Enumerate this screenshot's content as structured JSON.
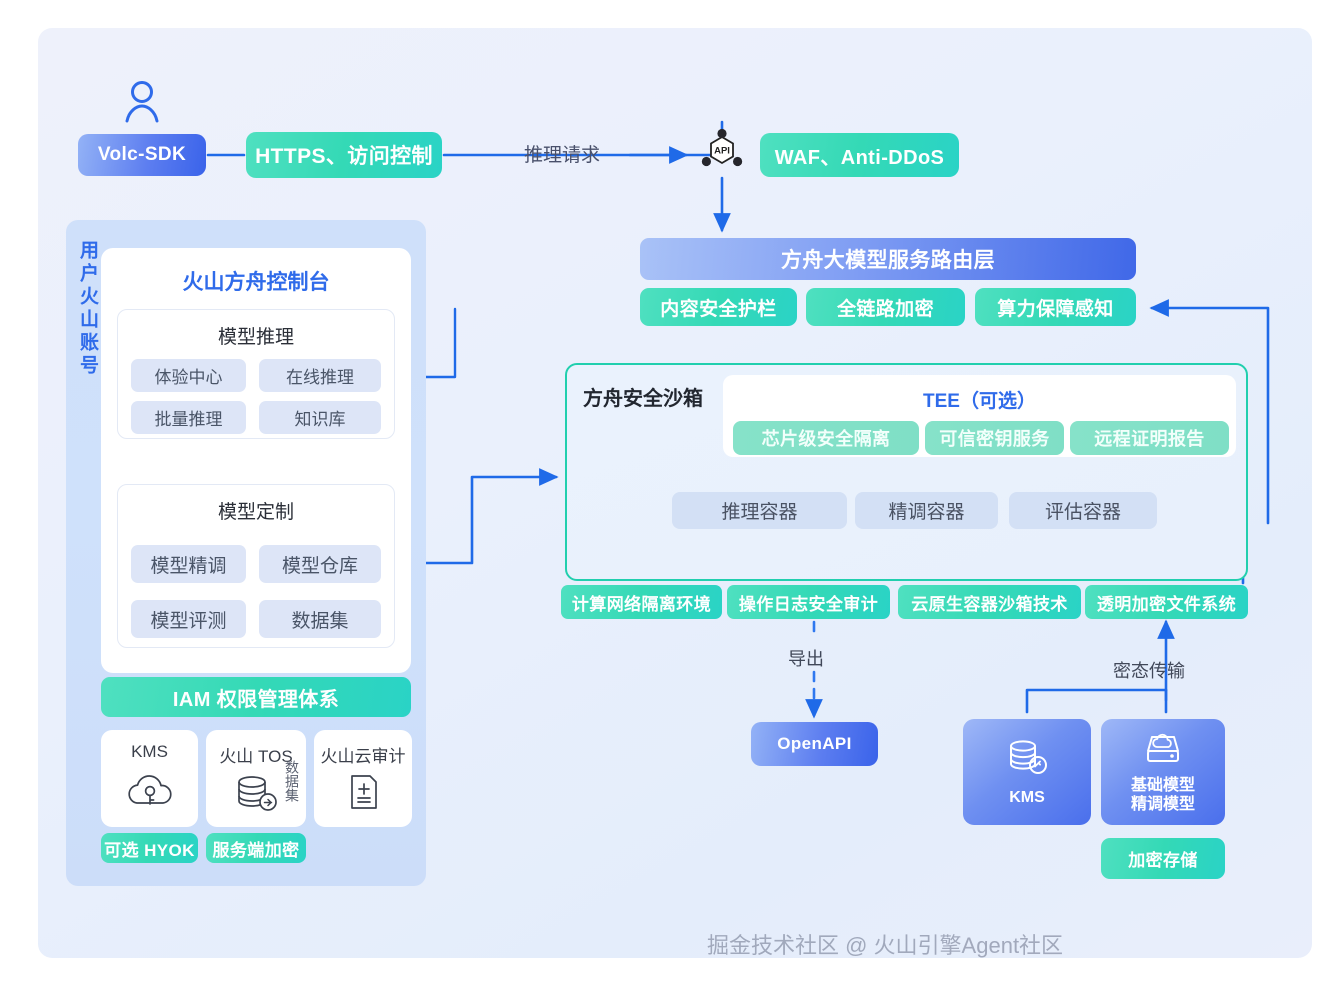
{
  "top_row": {
    "user_icon": "user-icon",
    "sdk_label": "Volc-SDK",
    "https_label": "HTTPS、访问控制",
    "request_label": "推理请求",
    "api_icon_label": "API",
    "waf_label": "WAF、Anti-DDoS"
  },
  "router": {
    "title": "方舟大模型服务路由层",
    "chips": [
      "内容安全护栏",
      "全链路加密",
      "算力保障感知"
    ]
  },
  "left_panel": {
    "vertical_label": "用户火山账号",
    "console_title": "火山方舟控制台",
    "sections": [
      {
        "title": "模型推理",
        "items": [
          "体验中心",
          "在线推理",
          "批量推理",
          "知识库"
        ]
      },
      {
        "title": "模型定制",
        "items": [
          "模型精调",
          "模型仓库",
          "模型评测",
          "数据集"
        ]
      }
    ],
    "iam_label": "IAM 权限管理体系",
    "services": [
      {
        "name": "KMS",
        "icon": "cloud-key-icon",
        "badge": "可选 HYOK"
      },
      {
        "name": "火山 TOS",
        "icon": "database-icon",
        "badge": "服务端加密",
        "side_label": "数据集"
      },
      {
        "name": "火山云审计",
        "icon": "audit-document-icon",
        "badge": ""
      }
    ]
  },
  "sandbox": {
    "title": "方舟安全沙箱",
    "tee_title": "TEE（可选）",
    "tee_chips": [
      "芯片级安全隔离",
      "可信密钥服务",
      "远程证明报告"
    ],
    "containers": [
      "推理容器",
      "精调容器",
      "评估容器"
    ],
    "base_chips": [
      "计算网络隔离环境",
      "操作日志安全审计",
      "云原生容器沙箱技术",
      "透明加密文件系统"
    ]
  },
  "bottom": {
    "export_label": "导出",
    "secure_transfer_label": "密态传输",
    "openapi_label": "OpenAPI",
    "kms_card": {
      "label": "KMS",
      "icon": "database-key-icon"
    },
    "model_card": {
      "line1": "基础模型",
      "line2": "精调模型",
      "icon": "cloud-storage-icon"
    },
    "encrypted_badge": "加密存储"
  },
  "watermark": "掘金技术社区 @ 火山引擎Agent社区",
  "colors": {
    "accent_blue": "#2f6bea",
    "accent_green": "#2ad3c6",
    "line_blue": "#1f6ae8",
    "sandbox_border": "#21cfae",
    "panel_bg": "#cfe0fa"
  }
}
